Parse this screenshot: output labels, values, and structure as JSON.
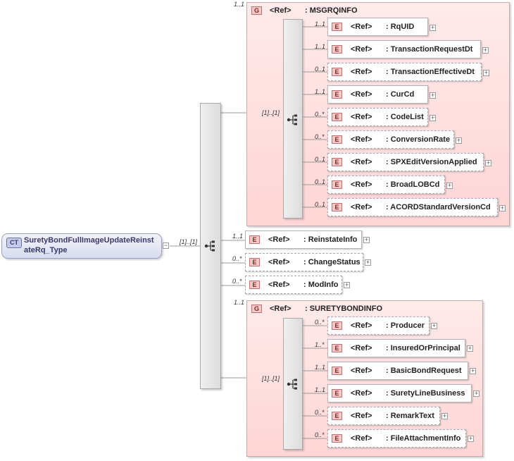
{
  "root": {
    "badge": "CT",
    "name": "SuretyBondFullImageUpdateReinstateRq_Type",
    "name_line1": "SuretyBondFullImageUpdateReinst",
    "name_line2": "ateRq_Type",
    "collapse_symbol": "−",
    "sequence_cardinality": "[1]..[1]"
  },
  "groups": [
    {
      "badge": "G",
      "ref": "<Ref>",
      "name": ": MSGRQINFO",
      "cardinality": "1..1",
      "sequence_cardinality": "[1]..[1]",
      "elements": [
        {
          "badge": "E",
          "ref": "<Ref>",
          "name": ": RqUID",
          "cardinality": "1..1"
        },
        {
          "badge": "E",
          "ref": "<Ref>",
          "name": ": TransactionRequestDt",
          "cardinality": "1..1"
        },
        {
          "badge": "E",
          "ref": "<Ref>",
          "name": ": TransactionEffectiveDt",
          "cardinality": "0..1"
        },
        {
          "badge": "E",
          "ref": "<Ref>",
          "name": ": CurCd",
          "cardinality": "1..1"
        },
        {
          "badge": "E",
          "ref": "<Ref>",
          "name": ": CodeList",
          "cardinality": "0..*"
        },
        {
          "badge": "E",
          "ref": "<Ref>",
          "name": ": ConversionRate",
          "cardinality": "0..*"
        },
        {
          "badge": "E",
          "ref": "<Ref>",
          "name": ": SPXEditVersionApplied",
          "cardinality": "0..1"
        },
        {
          "badge": "E",
          "ref": "<Ref>",
          "name": ": BroadLOBCd",
          "cardinality": "0..1"
        },
        {
          "badge": "E",
          "ref": "<Ref>",
          "name": ": ACORDStandardVersionCd",
          "cardinality": "0..1"
        }
      ]
    },
    {
      "badge": "G",
      "ref": "<Ref>",
      "name": ": SURETYBONDINFO",
      "cardinality": "1..1",
      "sequence_cardinality": "[1]..[1]",
      "elements": [
        {
          "badge": "E",
          "ref": "<Ref>",
          "name": ": Producer",
          "cardinality": "0..*"
        },
        {
          "badge": "E",
          "ref": "<Ref>",
          "name": ": InsuredOrPrincipal",
          "cardinality": "1..*"
        },
        {
          "badge": "E",
          "ref": "<Ref>",
          "name": ": BasicBondRequest",
          "cardinality": "1..1"
        },
        {
          "badge": "E",
          "ref": "<Ref>",
          "name": ": SuretyLineBusiness",
          "cardinality": "1..1"
        },
        {
          "badge": "E",
          "ref": "<Ref>",
          "name": ": RemarkText",
          "cardinality": "0..*"
        },
        {
          "badge": "E",
          "ref": "<Ref>",
          "name": ": FileAttachmentInfo",
          "cardinality": "0..*"
        }
      ]
    }
  ],
  "root_elements": [
    {
      "badge": "E",
      "ref": "<Ref>",
      "name": ": ReinstateInfo",
      "cardinality": "1..1"
    },
    {
      "badge": "E",
      "ref": "<Ref>",
      "name": ": ChangeStatus",
      "cardinality": "0..*"
    },
    {
      "badge": "E",
      "ref": "<Ref>",
      "name": ": ModInfo",
      "cardinality": "0..*"
    }
  ],
  "expand_symbol": "+",
  "colors": {
    "group_fill": "#ffd6d6",
    "element_badge": "#f7c8c8",
    "complex_type_fill": "#d8dcef"
  }
}
